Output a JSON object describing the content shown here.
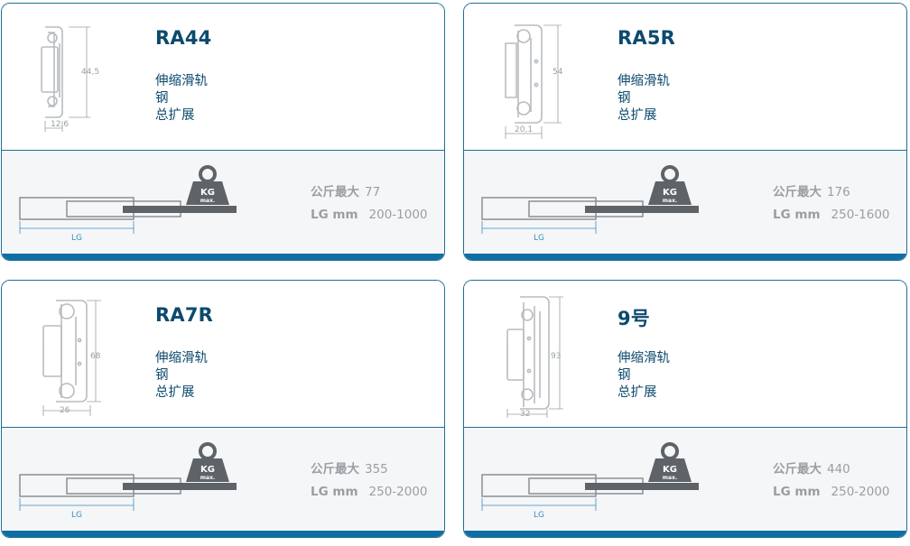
{
  "cards": [
    {
      "title": "RA44",
      "specs": [
        "伸缩滑轨",
        "钢",
        "总扩展"
      ],
      "dims": {
        "height": "44,5",
        "width": "12,6"
      },
      "weight_badge": {
        "top": "KG",
        "bottom": "max."
      },
      "diagram_label": "LG",
      "load": {
        "label": "公斤最大",
        "value": "77"
      },
      "lg": {
        "label": "LG mm",
        "value": "200-1000"
      }
    },
    {
      "title": "RA5R",
      "specs": [
        "伸缩滑轨",
        "钢",
        "总扩展"
      ],
      "dims": {
        "height": "54",
        "width": "20,1"
      },
      "weight_badge": {
        "top": "KG",
        "bottom": "max."
      },
      "diagram_label": "LG",
      "load": {
        "label": "公斤最大",
        "value": "176"
      },
      "lg": {
        "label": "LG mm",
        "value": "250-1600"
      }
    },
    {
      "title": "RA7R",
      "specs": [
        "伸缩滑轨",
        "钢",
        "总扩展"
      ],
      "dims": {
        "height": "68",
        "width": "26"
      },
      "weight_badge": {
        "top": "KG",
        "bottom": "max."
      },
      "diagram_label": "LG",
      "load": {
        "label": "公斤最大",
        "value": "355"
      },
      "lg": {
        "label": "LG mm",
        "value": "250-2000"
      }
    },
    {
      "title": "9号",
      "specs": [
        "伸缩滑轨",
        "钢",
        "总扩展"
      ],
      "dims": {
        "height": "93",
        "width": "32"
      },
      "weight_badge": {
        "top": "KG",
        "bottom": "max."
      },
      "diagram_label": "LG",
      "load": {
        "label": "公斤最大",
        "value": "440"
      },
      "lg": {
        "label": "LG mm",
        "value": "250-2000"
      }
    }
  ],
  "colors": {
    "accent": "#0f6fa5",
    "title": "#0c4a6e",
    "stat": "#9a9ea3",
    "panel": "#f5f6f8"
  }
}
